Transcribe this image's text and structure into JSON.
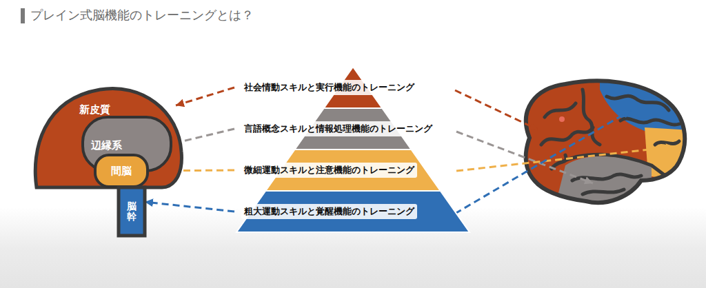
{
  "diagram": {
    "title": "プレイン式脳機能のトレーニングとは？",
    "nodes": [
      {
        "text": [
          "新皮質"
        ]
      },
      {
        "text": [
          "辺縁系"
        ],
        "in": 0
      },
      {
        "text": [
          "間脳"
        ],
        "in": 1
      },
      {
        "text": [
          "脳幹"
        ]
      },
      {
        "text": [
          "社会情動スキルと実行機能のトレーニング"
        ]
      },
      {
        "text": [
          "言語概念スキルと情報処理機能のトレーニング"
        ]
      },
      {
        "text": [
          "微細運動スキルと注意機能のトレーニング"
        ]
      },
      {
        "text": [
          "粗大運動スキルと覚醒機能のトレーニング"
        ]
      }
    ],
    "edges": [
      {
        "from": 4,
        "to": 0,
        "arrow": "to"
      },
      {
        "from": 5,
        "to": 1,
        "arrow": "to"
      },
      {
        "from": 6,
        "to": 2,
        "arrow": "to"
      },
      {
        "from": 7,
        "to": 3,
        "arrow": "to"
      }
    ]
  }
}
